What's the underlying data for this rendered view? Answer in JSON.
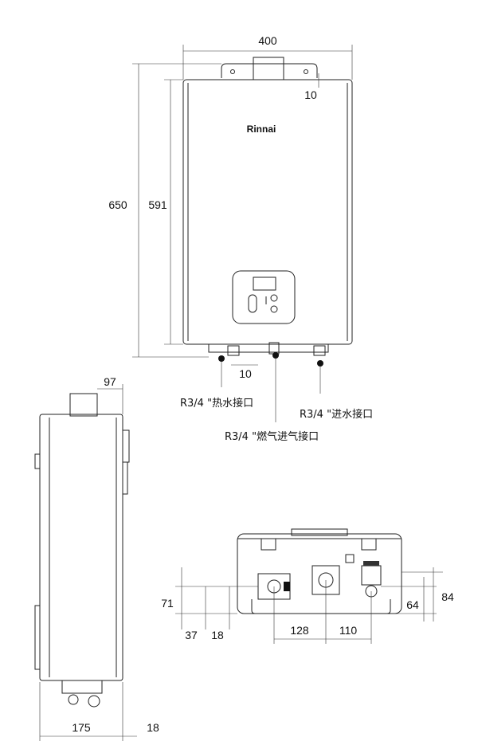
{
  "brand": "Rinnai",
  "dimensions": {
    "top_width": "400",
    "top_offset": "10",
    "total_height": "650",
    "body_height": "591",
    "bottom_offset": "10",
    "side_top": "97",
    "side_depth": "175",
    "side_bottom": "18",
    "bottom_71": "71",
    "bottom_37": "37",
    "bottom_18": "18",
    "bottom_128": "128",
    "bottom_110": "110",
    "bottom_64": "64",
    "bottom_84": "84"
  },
  "labels": {
    "hot_water": "R3/4 \"热水接口",
    "gas_inlet": "R3/4 \"燃气进气接口",
    "water_inlet": "R3/4 \"进水接口"
  }
}
